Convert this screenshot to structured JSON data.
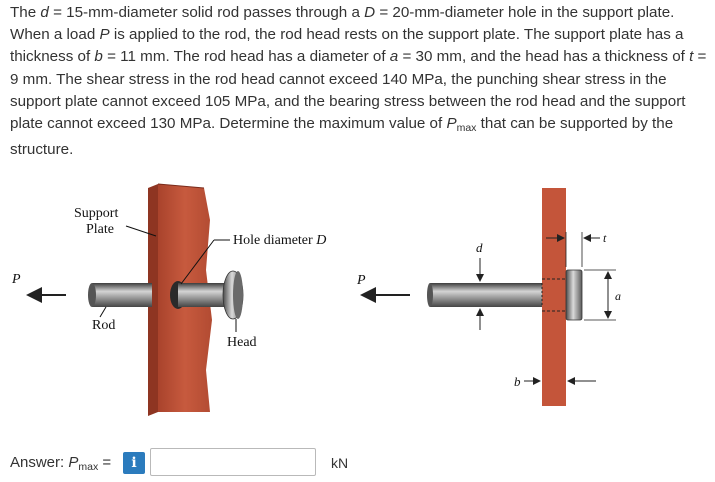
{
  "problem": {
    "p1": "The ",
    "p2": " = 15-mm-diameter solid rod passes through a ",
    "p3": " = 20-mm-diameter hole in the support plate. When a load ",
    "p4": " is applied to the rod, the rod head rests on the support plate. The support plate has a thickness of ",
    "p5": " = 11 mm. The rod head has a diameter of ",
    "p6": " = 30 mm, and the head has a thickness of ",
    "p7": " = 9 mm. The shear stress in the rod head cannot exceed 140 MPa, the punching shear stress in the support plate cannot exceed 105 MPa, and the bearing stress between the rod head and the support plate cannot exceed 130 MPa. Determine the maximum value of ",
    "p8": " that can be supported by the structure.",
    "var_d": "d",
    "var_D": "D",
    "var_P": "P",
    "var_b": "b",
    "var_a": "a",
    "var_t": "t",
    "var_Pmax_main": "P",
    "var_Pmax_sub": "max"
  },
  "figure": {
    "support_plate_line1": "Support",
    "support_plate_line2": "Plate",
    "hole_label": "Hole diameter",
    "hole_var": "D",
    "rod_label": "Rod",
    "head_label": "Head",
    "load_left": "P",
    "load_right": "P",
    "dim_d": "d",
    "dim_t": "t",
    "dim_a": "a",
    "dim_b": "b"
  },
  "answer": {
    "prefix": "Answer: ",
    "var_main": "P",
    "var_sub": "max",
    "equals": " =",
    "info_icon": "i",
    "value": "",
    "unit": "kN"
  },
  "colors": {
    "plate": "#c4553a",
    "plate_dark": "#8e3522",
    "rod": "#6a6a6a",
    "info_button": "#2b7bbd"
  }
}
